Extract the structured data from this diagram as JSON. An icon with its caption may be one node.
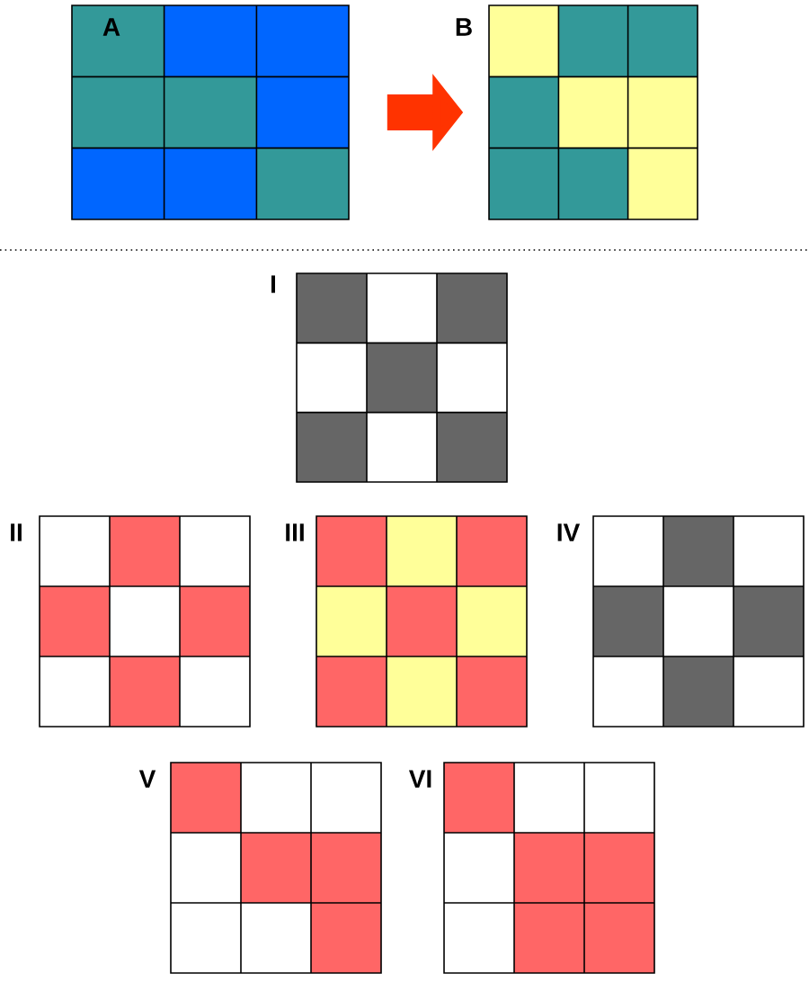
{
  "diagram": {
    "nodes": [
      {
        "text": [
          "A"
        ]
      },
      {
        "text": [
          "B"
        ]
      },
      {
        "text": [
          "I"
        ]
      },
      {
        "text": [
          "II"
        ]
      },
      {
        "text": [
          "III"
        ]
      },
      {
        "text": [
          "IV"
        ]
      },
      {
        "text": [
          "V"
        ]
      },
      {
        "text": [
          "VI"
        ]
      }
    ],
    "edges": [
      {
        "from": 0,
        "to": 1,
        "arrow": "to"
      }
    ]
  }
}
